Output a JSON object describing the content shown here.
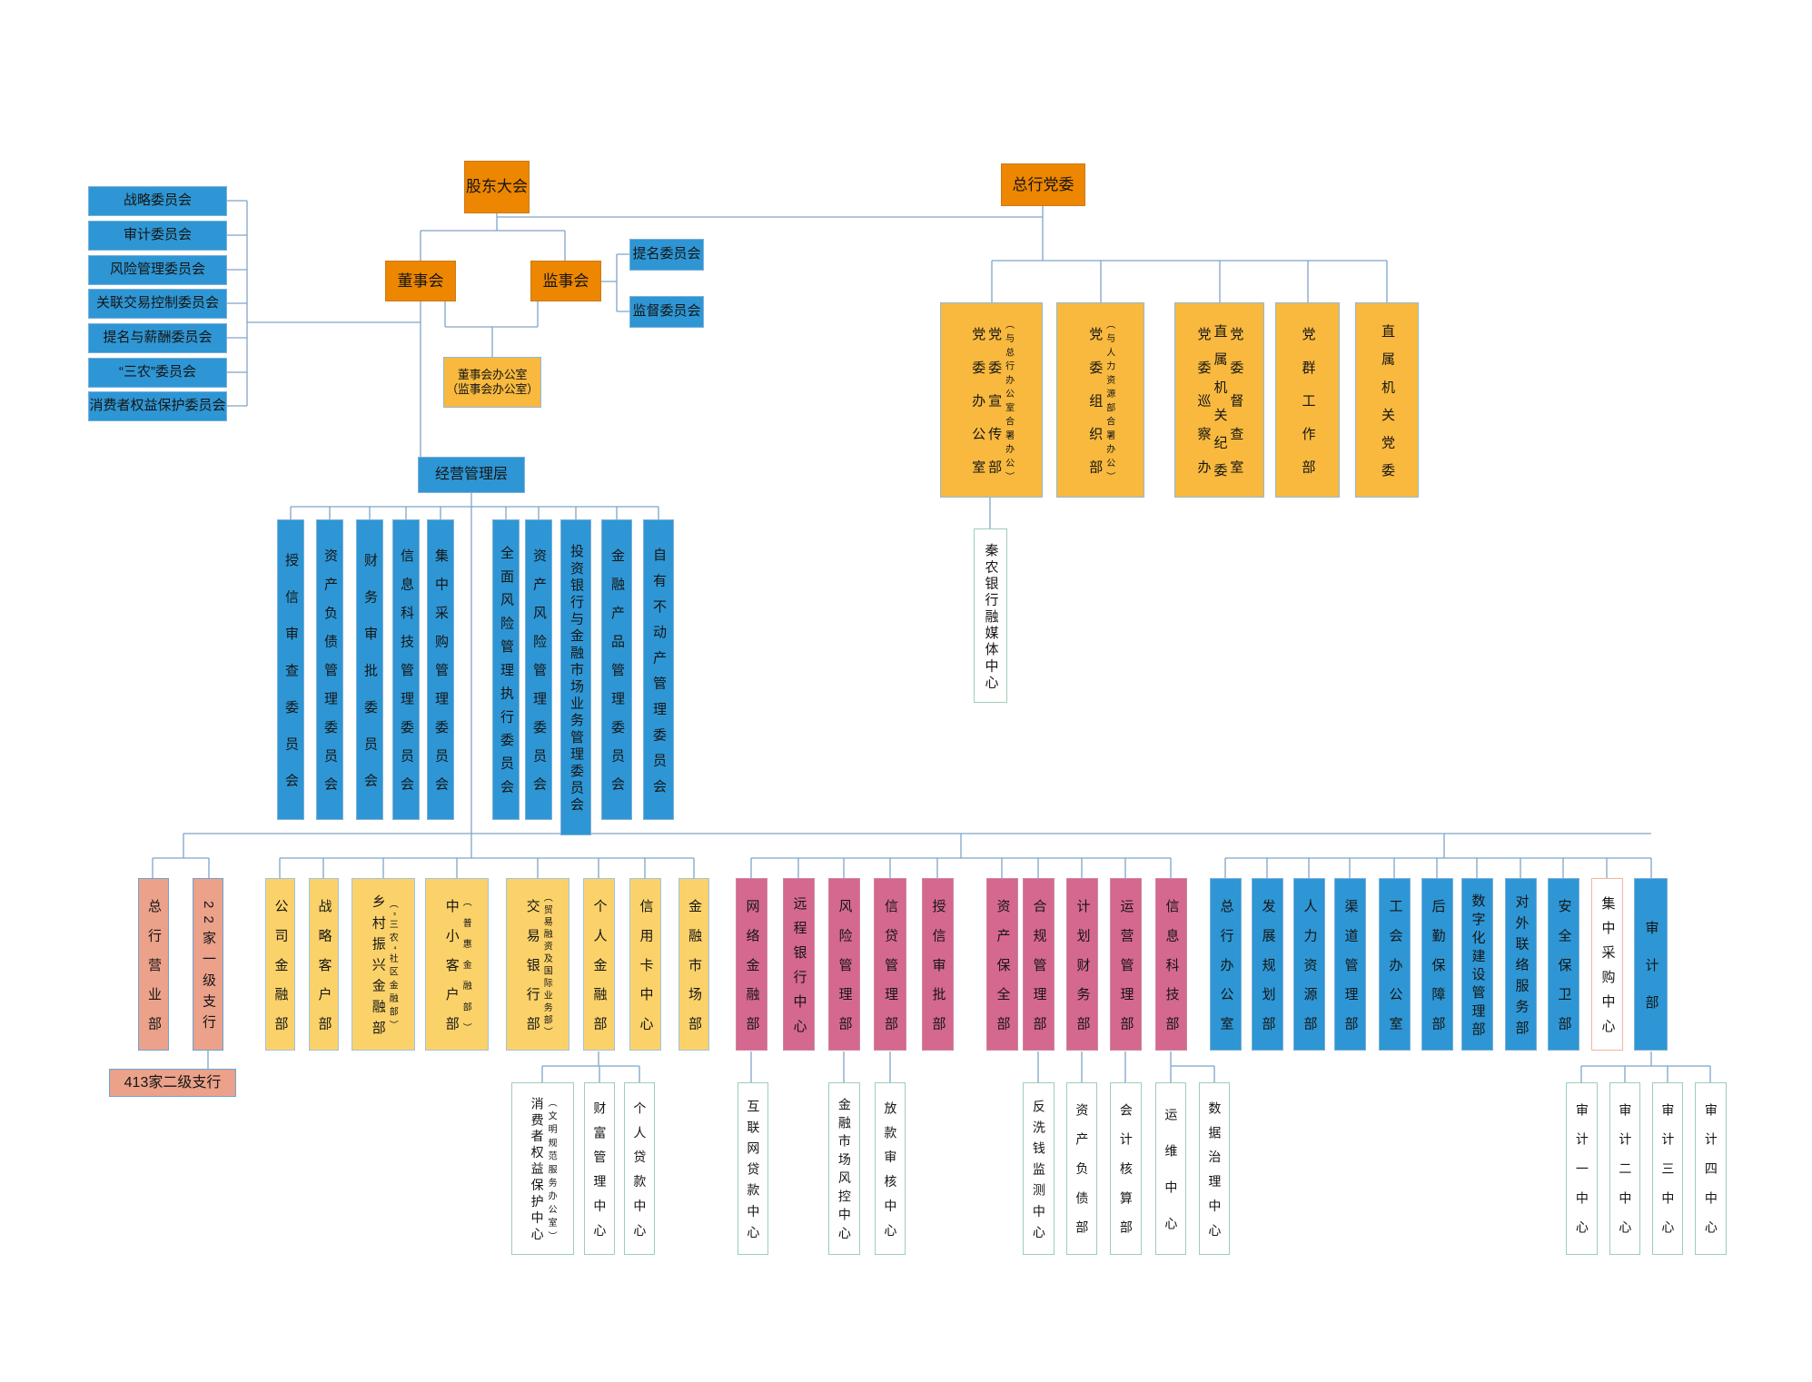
{
  "title": "银行组织架构图",
  "colors": {
    "top_orange": "#ED8600",
    "party_amber": "#F8B93E",
    "committee_blue": "#2E96D4",
    "business_yellow": "#FBD26A",
    "middle_magenta": "#D5688F",
    "branch_salmon": "#EBA18A",
    "subcenter_border_green": "#9CCFB4",
    "procurement_border_salmon": "#F2B59B",
    "line": "#7FA4C8"
  },
  "nodes": {
    "shareholders": {
      "label": "股东大会"
    },
    "party-committee": {
      "label": "总行党委"
    },
    "board": {
      "label": "董事会"
    },
    "supervisory": {
      "label": "监事会"
    },
    "nomination": {
      "label": "提名委员会"
    },
    "oversight": {
      "label": "监督委员会"
    },
    "strategy-cmt": {
      "label": "战略委员会"
    },
    "audit-cmt": {
      "label": "审计委员会"
    },
    "risk-cmt": {
      "label": "风险管理委员会"
    },
    "related-cmt": {
      "label": "关联交易控制委员会"
    },
    "nompay-cmt": {
      "label": "提名与薪酬委员会"
    },
    "sannong-cmt": {
      "label": "“三农”委员会"
    },
    "consumer-cmt": {
      "label": "消费者权益保护委员会"
    },
    "board-office": {
      "label": "董事会办公室",
      "sub": "（监事会办公室）"
    },
    "management": {
      "label": "经营管理层"
    },
    "p1": {
      "cols": [
        "（与总行办公室合署办公）",
        "党委宣传部",
        "党委办公室"
      ]
    },
    "p2": {
      "cols": [
        "（与人力资源部合署办公）",
        "党委组织部"
      ]
    },
    "p3": {
      "cols": [
        "党委督查室",
        "直属机关纪委",
        "党委巡察办"
      ]
    },
    "p4": {
      "label": "党群工作部"
    },
    "p5": {
      "label": "直属机关党委"
    },
    "media-center": {
      "label": "秦农银行融媒体中心"
    },
    "mc1": {
      "label": "授信审查委员会"
    },
    "mc2": {
      "label": "资产负债管理委员会"
    },
    "mc3": {
      "label": "财务审批委员会"
    },
    "mc4": {
      "label": "信息科技管理委员会"
    },
    "mc5": {
      "label": "集中采购管理委员会"
    },
    "mc6": {
      "label": "全面风险管理执行委员会"
    },
    "mc7": {
      "label": "资产风险管理委员会"
    },
    "mc8": {
      "label": "投资银行与金融市场业务管理委员会"
    },
    "mc9": {
      "label": "金融产品管理委员会"
    },
    "mc10": {
      "label": "自有不动产管理委员会"
    },
    "hq-business": {
      "label": "总行营业部"
    },
    "branches-l1": {
      "label": "22家一级支行"
    },
    "branches-l2": {
      "label": "413家二级支行"
    },
    "corp-finance": {
      "label": "公司金融部"
    },
    "strategic-clients": {
      "label": "战略客户部"
    },
    "rural": {
      "cols": [
        "（“三农”社区金融部）",
        "乡村振兴金融部"
      ]
    },
    "sme": {
      "cols": [
        "（普惠金融部）",
        "中小客户部"
      ]
    },
    "transaction-bank": {
      "cols": [
        "（贸易融资及国际业务部）",
        "交易银行部"
      ]
    },
    "personal-finance": {
      "label": "个人金融部"
    },
    "credit-card": {
      "label": "信用卡中心"
    },
    "financial-markets": {
      "label": "金融市场部"
    },
    "online-finance": {
      "label": "网络金融部"
    },
    "remote-banking": {
      "label": "远程银行中心"
    },
    "risk-mgmt": {
      "label": "风险管理部"
    },
    "credit-mgmt": {
      "label": "信贷管理部"
    },
    "credit-approval": {
      "label": "授信审批部"
    },
    "asset-preservation": {
      "label": "资产保全部"
    },
    "compliance": {
      "label": "合规管理部"
    },
    "planning-finance": {
      "label": "计划财务部"
    },
    "operations": {
      "label": "运营管理部"
    },
    "it-dept": {
      "label": "信息科技部"
    },
    "hq-office": {
      "label": "总行办公室"
    },
    "development-planning": {
      "label": "发展规划部"
    },
    "hr": {
      "label": "人力资源部"
    },
    "channel-mgmt": {
      "label": "渠道管理部"
    },
    "union-office": {
      "label": "工会办公室"
    },
    "logistics": {
      "label": "后勤保障部"
    },
    "digitalization": {
      "label": "数字化建设管理部"
    },
    "external-liaison": {
      "label": "对外联络服务部"
    },
    "security": {
      "label": "安全保卫部"
    },
    "procurement-center": {
      "label": "集中采购中心"
    },
    "audit-dept": {
      "label": "审计部"
    },
    "consumer-center": {
      "cols": [
        "（文明规范服务办公室）",
        "消费者权益保护中心"
      ]
    },
    "wealth-center": {
      "label": "财富管理中心"
    },
    "personal-loan-center": {
      "label": "个人贷款中心"
    },
    "internet-loan-center": {
      "label": "互联网贷款中心"
    },
    "fm-risk-center": {
      "label": "金融市场风控中心"
    },
    "loan-review-center": {
      "label": "放款审核中心"
    },
    "aml-center": {
      "label": "反洗钱监测中心"
    },
    "alm-dept": {
      "label": "资产负债部"
    },
    "accounting-dept": {
      "label": "会计核算部"
    },
    "ops-center": {
      "label": "运维中心"
    },
    "data-governance-center": {
      "label": "数据治理中心"
    },
    "audit-center-1": {
      "label": "审计一中心"
    },
    "audit-center-2": {
      "label": "审计二中心"
    },
    "audit-center-3": {
      "label": "审计三中心"
    },
    "audit-center-4": {
      "label": "审计四中心"
    }
  },
  "edges": {
    "shareholders": [
      "board",
      "supervisory",
      "party-committee"
    ],
    "board": [
      "strategy-cmt",
      "audit-cmt",
      "risk-cmt",
      "related-cmt",
      "nompay-cmt",
      "sannong-cmt",
      "consumer-cmt",
      "board-office",
      "management"
    ],
    "supervisory": [
      "nomination",
      "oversight",
      "board-office"
    ],
    "party-committee": [
      "p1",
      "p2",
      "p3",
      "p4",
      "p5"
    ],
    "p1": [
      "media-center"
    ],
    "management": [
      "mc1",
      "mc2",
      "mc3",
      "mc4",
      "mc5",
      "mc6",
      "mc7",
      "mc8",
      "mc9",
      "mc10",
      "hq-business",
      "branches-l1",
      "corp-finance",
      "strategic-clients",
      "rural",
      "sme",
      "transaction-bank",
      "personal-finance",
      "credit-card",
      "financial-markets",
      "online-finance",
      "remote-banking",
      "risk-mgmt",
      "credit-mgmt",
      "credit-approval",
      "asset-preservation",
      "compliance",
      "planning-finance",
      "operations",
      "it-dept",
      "hq-office",
      "development-planning",
      "hr",
      "channel-mgmt",
      "union-office",
      "logistics",
      "digitalization",
      "external-liaison",
      "security",
      "procurement-center",
      "audit-dept"
    ],
    "branches-l1": [
      "branches-l2"
    ],
    "personal-finance": [
      "consumer-center",
      "wealth-center",
      "personal-loan-center"
    ],
    "online-finance": [
      "internet-loan-center"
    ],
    "risk-mgmt": [
      "fm-risk-center"
    ],
    "credit-mgmt": [
      "loan-review-center"
    ],
    "compliance": [
      "aml-center"
    ],
    "planning-finance": [
      "alm-dept"
    ],
    "operations": [
      "accounting-dept"
    ],
    "it-dept": [
      "ops-center",
      "data-governance-center"
    ],
    "audit-dept": [
      "audit-center-1",
      "audit-center-2",
      "audit-center-3",
      "audit-center-4"
    ]
  }
}
